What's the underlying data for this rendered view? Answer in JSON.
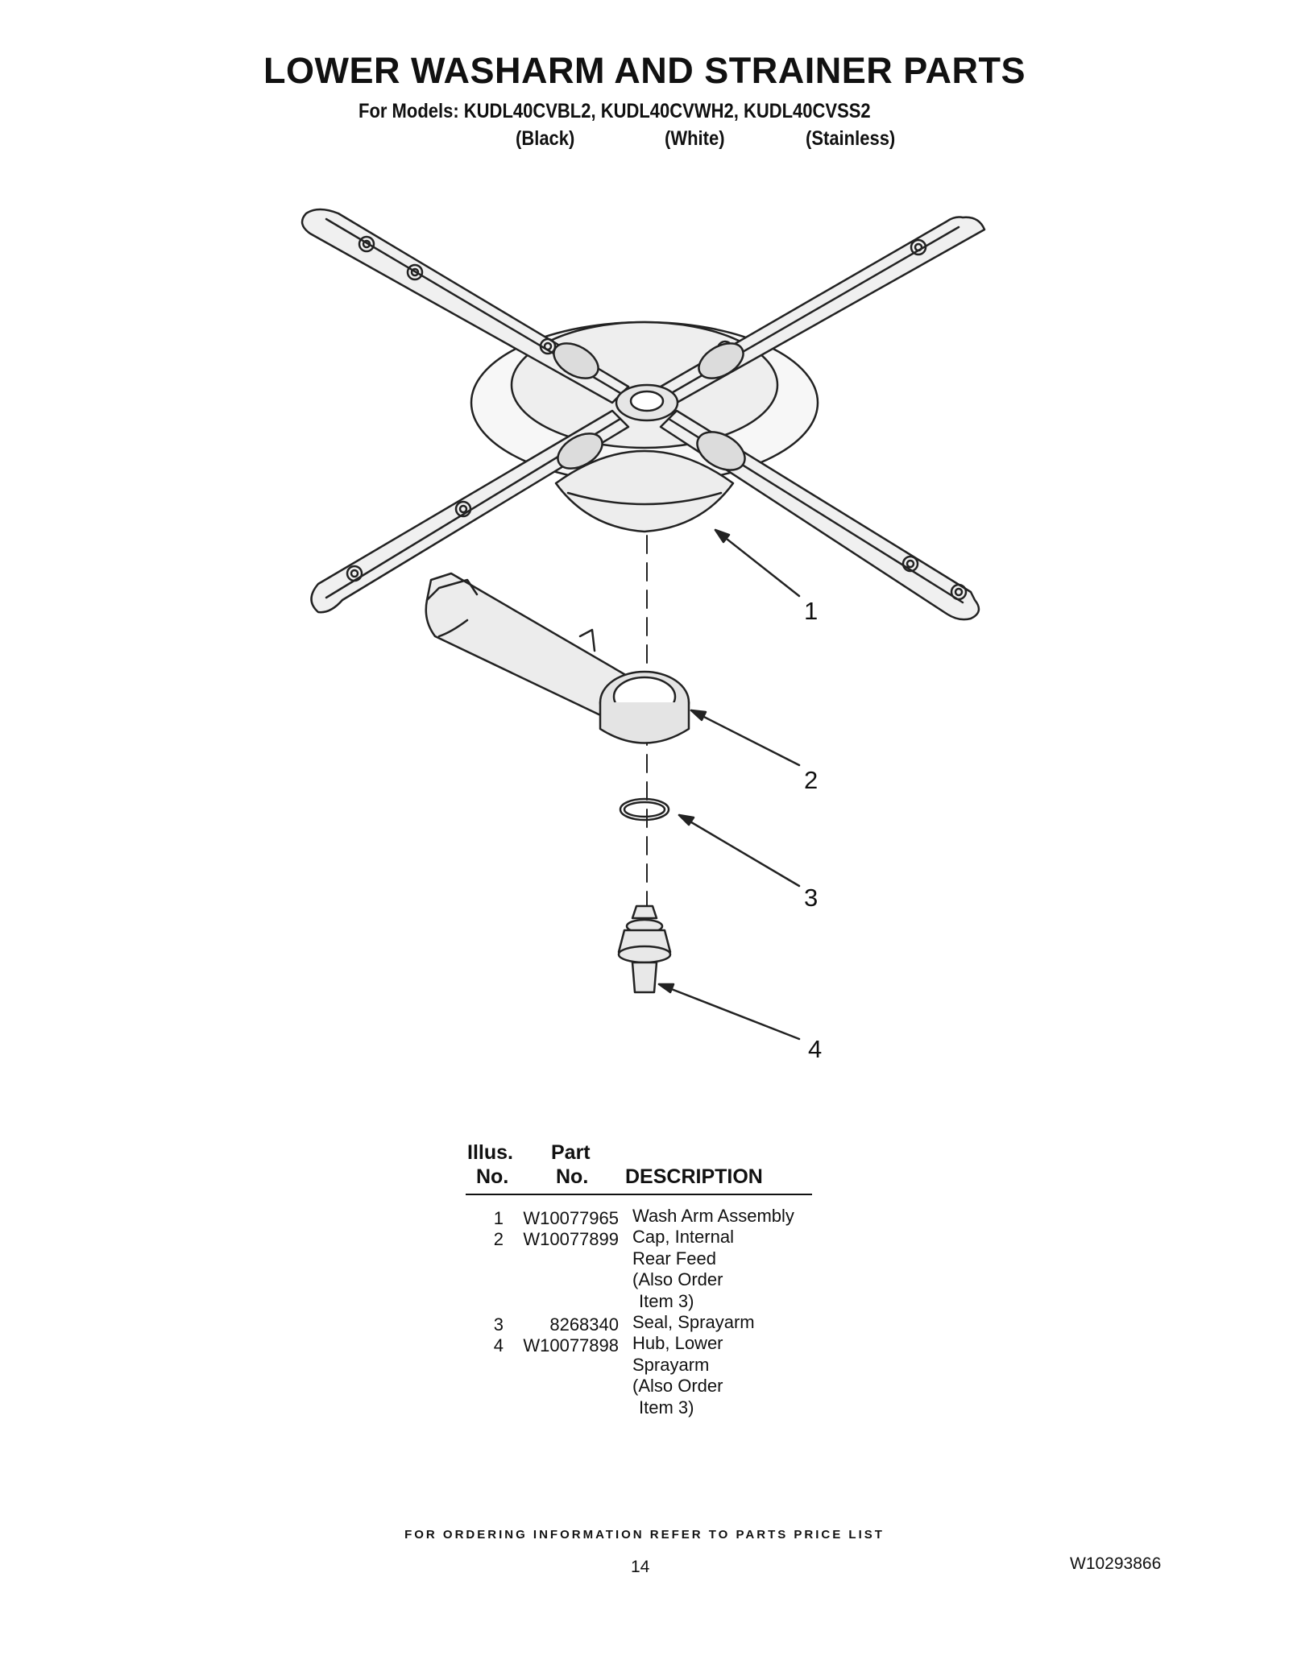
{
  "header": {
    "title": "LOWER WASHARM AND STRAINER PARTS",
    "models": "For Models: KUDL40CVBL2, KUDL40CVWH2, KUDL40CVSS2",
    "variants": [
      "(Black)",
      "(White)",
      "(Stainless)"
    ]
  },
  "diagram": {
    "callouts": [
      "1",
      "2",
      "3",
      "4"
    ]
  },
  "parts_table": {
    "headers": {
      "illus_line1": "Illus.",
      "illus_line2": "No.",
      "part_line1": "Part",
      "part_line2": "No.",
      "description": "DESCRIPTION"
    },
    "rows": [
      {
        "illus": "1",
        "part": "W10077965",
        "description": [
          "Wash Arm Assembly"
        ]
      },
      {
        "illus": "2",
        "part": "W10077899",
        "description": [
          "Cap, Internal",
          "Rear Feed",
          "(Also Order",
          " Item 3)"
        ]
      },
      {
        "illus": "3",
        "part": "8268340",
        "description": [
          "Seal, Sprayarm"
        ]
      },
      {
        "illus": "4",
        "part": "W10077898",
        "description": [
          "Hub, Lower",
          "Sprayarm",
          "(Also Order",
          " Item 3)"
        ]
      }
    ]
  },
  "footer": {
    "ordering_note": "FOR ORDERING INFORMATION REFER TO PARTS PRICE LIST",
    "page_number": "14",
    "document_number": "W10293866"
  }
}
